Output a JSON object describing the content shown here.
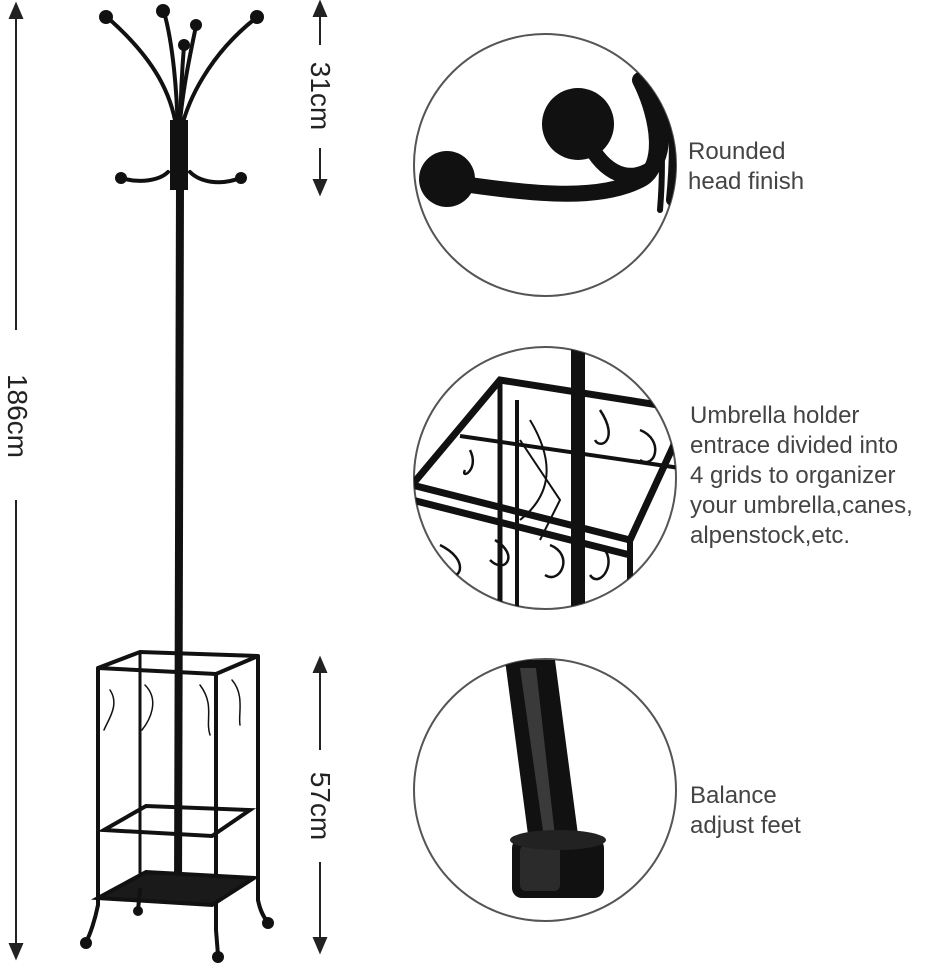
{
  "dimensions": {
    "total_height": "186cm",
    "top_height": "31cm",
    "base_height": "57cm"
  },
  "features": [
    {
      "lines": [
        "Rounded",
        "head finish"
      ]
    },
    {
      "lines": [
        "Umbrella holder",
        "entrace divided into",
        "4 grids to organizer",
        "your umbrella,canes,",
        "alpenstock,etc."
      ]
    },
    {
      "lines": [
        "Balance",
        "adjust feet"
      ]
    }
  ],
  "colors": {
    "metal": "#111111",
    "text": "#444444",
    "circle_border": "#555555"
  }
}
